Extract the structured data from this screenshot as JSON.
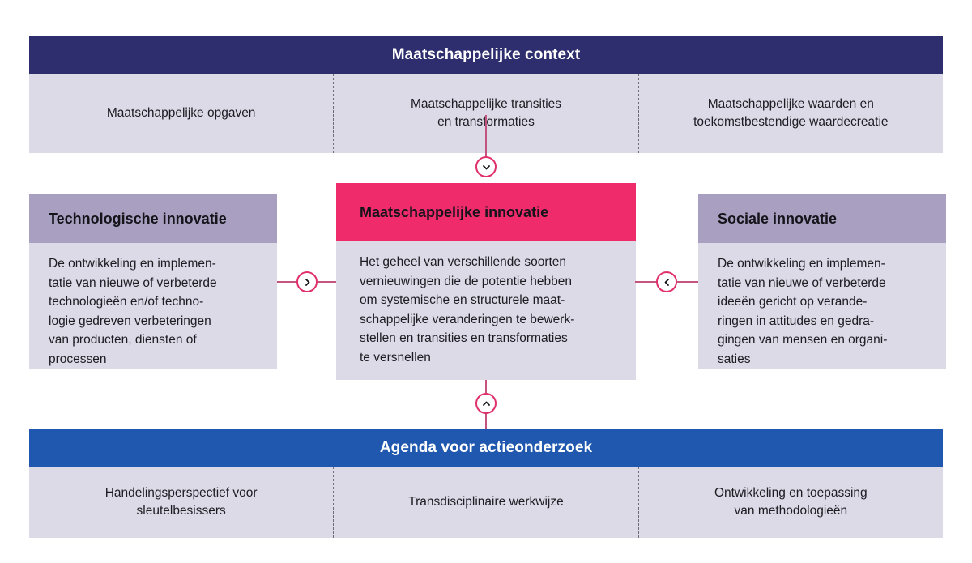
{
  "diagram": {
    "title": "Maatschappelijke innovatie framework",
    "colors": {
      "top_header_bg": "#2e2e6e",
      "bottom_header_bg": "#1f58ae",
      "center_header_bg": "#f02b6b",
      "side_header_bg": "#a99fc0",
      "body_bg": "#dcdae6",
      "connector_line": "#c4547f",
      "connector_ring": "#e0306b",
      "page_bg": "#ffffff"
    }
  },
  "top_panel": {
    "header": "Maatschappelijke context",
    "cells": [
      "Maatschappelijke opgaven",
      "Maatschappelijke transities\nen transformaties",
      "Maatschappelijke waarden en\ntoekomstbestendige waardecreatie"
    ]
  },
  "bottom_panel": {
    "header": "Agenda voor actieonderzoek",
    "cells": [
      "Handelingsperspectief voor\nsleutelbesissers",
      "Transdisciplinaire werkwijze",
      "Ontwikkeling en toepassing\nvan methodologieën"
    ]
  },
  "cards": {
    "left": {
      "header": "Technologische innovatie",
      "body": "De ontwikkeling en implemen-\ntatie van nieuwe of verbeterde\ntechnologieën en/of techno-\nlogie gedreven verbeteringen\nvan producten, diensten of\nprocessen"
    },
    "center": {
      "header": "Maatschappelijke innovatie",
      "body": "Het geheel van verschillende soorten\nvernieuwingen die de potentie hebben\nom systemische en structurele maat-\nschappelijke veranderingen te bewerk-\nstellen en transities en transformaties\nte versnellen"
    },
    "right": {
      "header": "Sociale innovatie",
      "body": "De ontwikkeling en implemen-\ntatie van nieuwe of verbeterde\nideeën gericht op verande-\nringen in attitudes en gedra-\ngingen van mensen en organi-\nsaties"
    }
  },
  "connectors": [
    {
      "id": "top",
      "icon": "chevron-down-icon",
      "from": "top_panel",
      "to": "center_card"
    },
    {
      "id": "left",
      "icon": "chevron-right-icon",
      "from": "left_card",
      "to": "center_card"
    },
    {
      "id": "right",
      "icon": "chevron-left-icon",
      "from": "right_card",
      "to": "center_card"
    },
    {
      "id": "bottom",
      "icon": "chevron-up-icon",
      "from": "center_card",
      "to": "bottom_panel"
    }
  ]
}
